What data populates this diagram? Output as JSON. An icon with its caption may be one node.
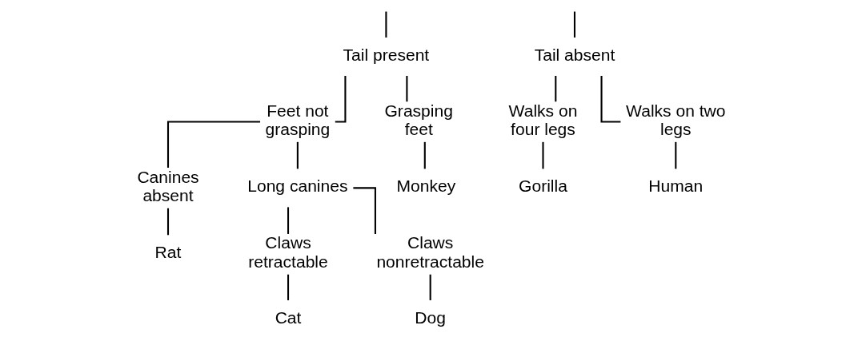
{
  "diagram": {
    "nodes": [
      {
        "text": [
          "Tail present"
        ]
      },
      {
        "text": [
          "Tail absent"
        ]
      },
      {
        "text": [
          "Feet not grasping"
        ]
      },
      {
        "text": [
          "Grasping feet"
        ]
      },
      {
        "text": [
          "Walks on four legs"
        ]
      },
      {
        "text": [
          "Walks on two legs"
        ]
      },
      {
        "text": [
          "Canines absent"
        ]
      },
      {
        "text": [
          "Long canines"
        ]
      },
      {
        "text": [
          "Monkey"
        ]
      },
      {
        "text": [
          "Gorilla"
        ]
      },
      {
        "text": [
          "Human"
        ]
      },
      {
        "text": [
          "Rat"
        ]
      },
      {
        "text": [
          "Claws retractable"
        ]
      },
      {
        "text": [
          "Claws nonretractable"
        ]
      },
      {
        "text": [
          "Cat"
        ]
      },
      {
        "text": [
          "Dog"
        ]
      }
    ],
    "edges": [
      {
        "from": null,
        "to": 0,
        "arrow": "none"
      },
      {
        "from": null,
        "to": 1,
        "arrow": "none"
      },
      {
        "from": 0,
        "to": 2,
        "arrow": "none"
      },
      {
        "from": 0,
        "to": 3,
        "arrow": "none"
      },
      {
        "from": 1,
        "to": 4,
        "arrow": "none"
      },
      {
        "from": 1,
        "to": 5,
        "arrow": "none"
      },
      {
        "from": 2,
        "to": 6,
        "arrow": "none"
      },
      {
        "from": 2,
        "to": 7,
        "arrow": "none"
      },
      {
        "from": 3,
        "to": 8,
        "arrow": "none"
      },
      {
        "from": 4,
        "to": 9,
        "arrow": "none"
      },
      {
        "from": 5,
        "to": 10,
        "arrow": "none"
      },
      {
        "from": 6,
        "to": 11,
        "arrow": "none"
      },
      {
        "from": 7,
        "to": 12,
        "arrow": "none"
      },
      {
        "from": 7,
        "to": 13,
        "arrow": "none"
      },
      {
        "from": 12,
        "to": 14,
        "arrow": "none"
      },
      {
        "from": 13,
        "to": 15,
        "arrow": "none"
      }
    ]
  }
}
